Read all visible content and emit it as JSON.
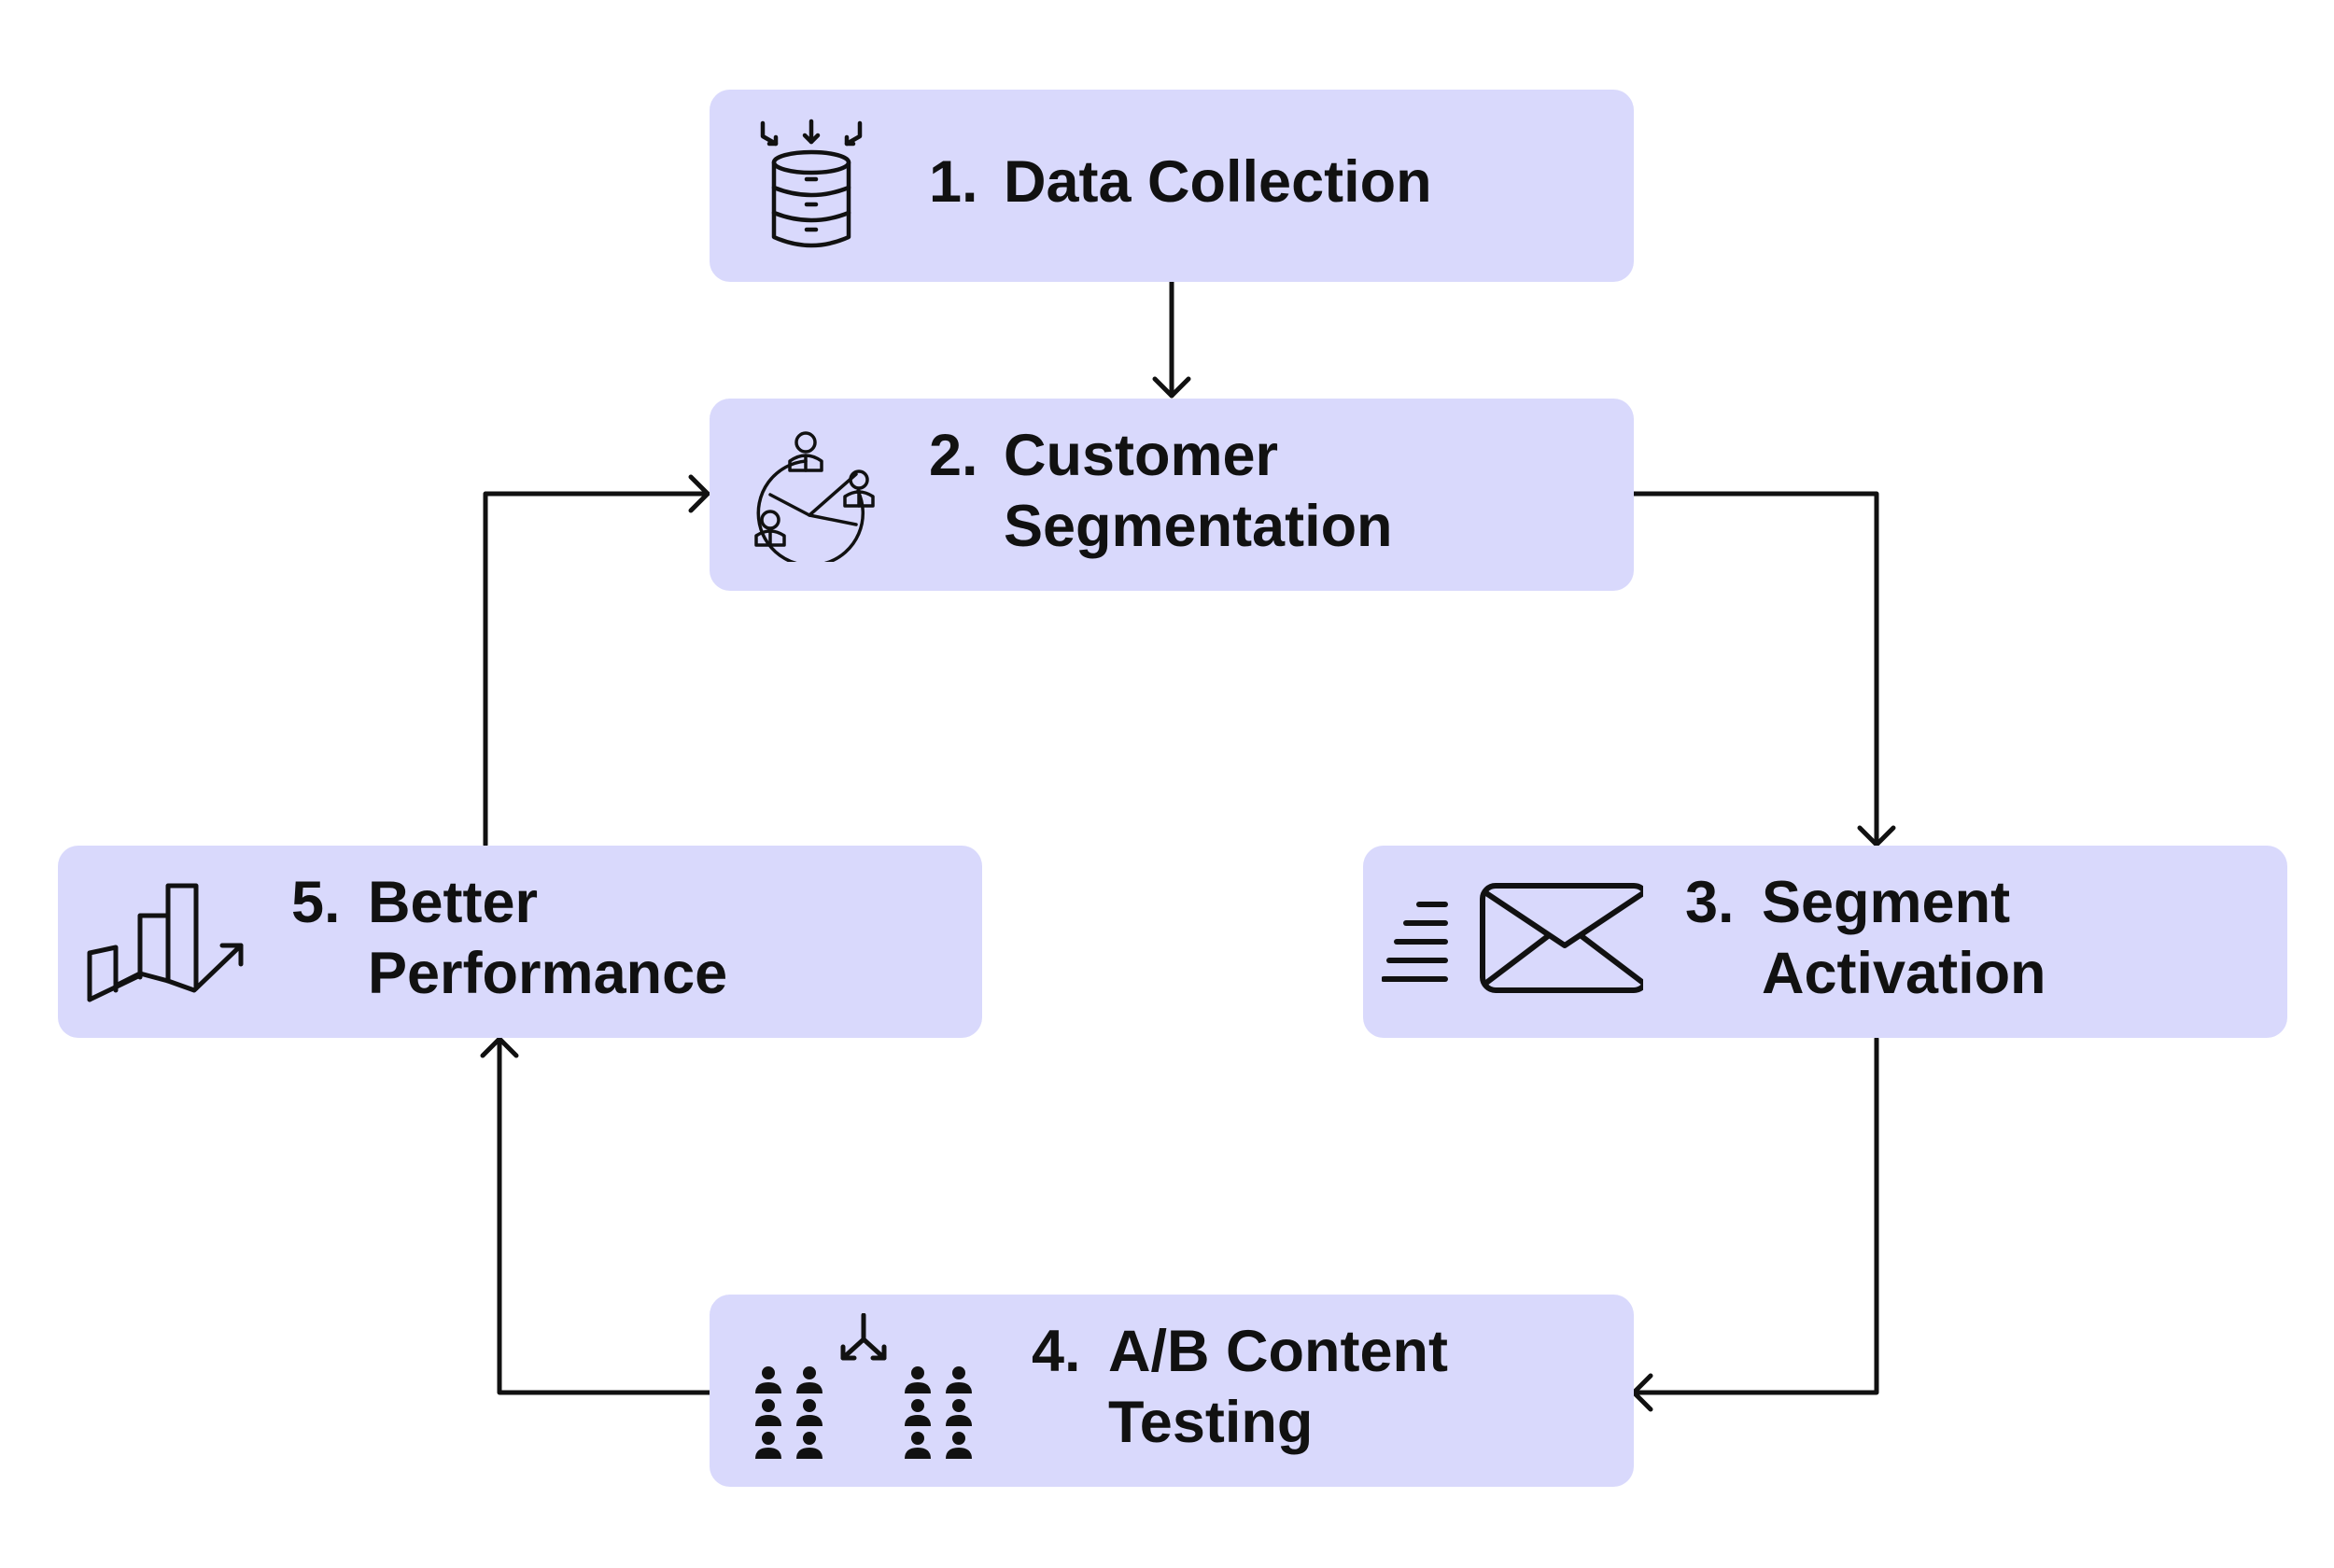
{
  "colors": {
    "box_fill": "#d9d9fc",
    "line": "#111111",
    "background": "#ffffff"
  },
  "steps": [
    {
      "number": "1.",
      "lines": [
        "Data Collection"
      ],
      "icon": "database-icon"
    },
    {
      "number": "2.",
      "lines": [
        "Customer",
        "Segmentation"
      ],
      "icon": "customer-segments-icon"
    },
    {
      "number": "3.",
      "lines": [
        "Segment",
        "Activation"
      ],
      "icon": "envelope-icon"
    },
    {
      "number": "4.",
      "lines": [
        "A/B Content",
        "Testing"
      ],
      "icon": "ab-split-people-icon"
    },
    {
      "number": "5.",
      "lines": [
        "Better",
        "Performance"
      ],
      "icon": "growth-chart-icon"
    }
  ]
}
